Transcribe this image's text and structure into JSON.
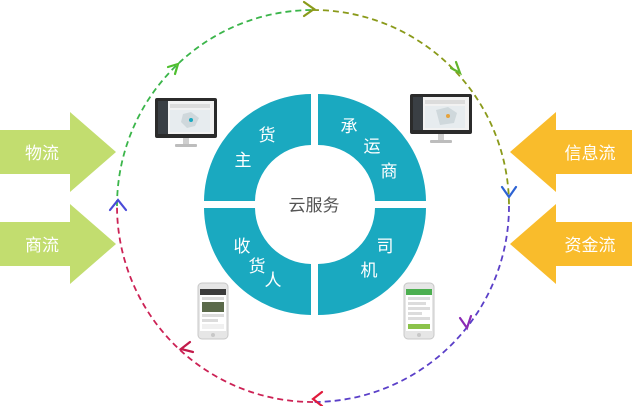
{
  "center": {
    "label": "云服务"
  },
  "segments": {
    "top_left": {
      "chars": [
        "货",
        "主"
      ]
    },
    "top_right": {
      "chars": [
        "承",
        "运",
        "商"
      ]
    },
    "bottom_left": {
      "chars": [
        "收",
        "货",
        "人"
      ]
    },
    "bottom_right": {
      "chars": [
        "司",
        "机"
      ]
    }
  },
  "left_arrows": [
    {
      "label": "物流"
    },
    {
      "label": "商流"
    }
  ],
  "right_arrows": [
    {
      "label": "信息流"
    },
    {
      "label": "资金流"
    }
  ],
  "devices": [
    {
      "kind": "monitor-icon"
    },
    {
      "kind": "monitor-icon"
    },
    {
      "kind": "phone-icon"
    },
    {
      "kind": "phone-icon"
    }
  ],
  "colors": {
    "ring": "#1aa9c0",
    "left_arrow": "#c2dd6f",
    "right_arrow": "#f9bc2c",
    "cycle_gradient": [
      "#8a9a1a",
      "#39b54a",
      "#2d63d3",
      "#7d2fc9",
      "#e01a3c"
    ]
  }
}
